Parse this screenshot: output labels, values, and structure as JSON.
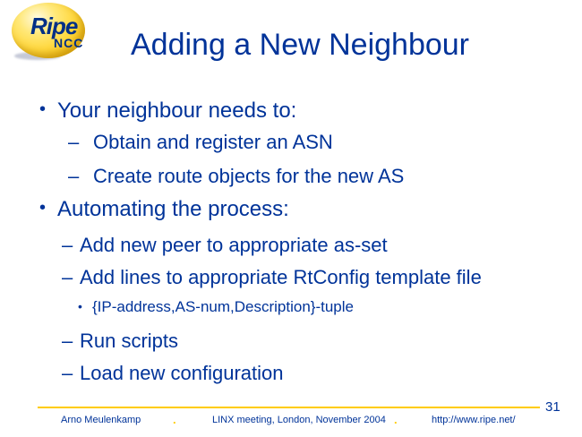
{
  "slide": {
    "title": "Adding a New Neighbour",
    "page_number": "31"
  },
  "logo": {
    "primary": "Ripe",
    "secondary": "NCC"
  },
  "content": {
    "items": [
      {
        "level": 1,
        "marker": "•",
        "text": "Your neighbour needs to:"
      },
      {
        "level": 2,
        "marker": "–",
        "text": "Obtain and register an ASN"
      },
      {
        "level": 2,
        "marker": "–",
        "text": "Create route objects for the new AS"
      },
      {
        "level": 1,
        "marker": "•",
        "text": "Automating the process:"
      },
      {
        "level": 2,
        "marker": "–",
        "text": "Add new peer to appropriate as-set"
      },
      {
        "level": 2,
        "marker": "–",
        "text": "Add lines to appropriate RtConfig template file"
      },
      {
        "level": 3,
        "marker": "•",
        "text": "{IP-address,AS-num,Description}-tuple"
      },
      {
        "level": 2,
        "marker": "–",
        "text": "Run scripts"
      },
      {
        "level": 2,
        "marker": "–",
        "text": "Load new configuration"
      }
    ]
  },
  "footer": {
    "author": "Arno Meulenkamp",
    "separator1": ".",
    "meeting": "LINX meeting, London, November 2004",
    "separator2": ".",
    "url": "http://www.ripe.net/"
  },
  "colors": {
    "text_navy": "#003399",
    "accent_yellow": "#ffcc00",
    "logo_yellow": "#ffd83e"
  }
}
